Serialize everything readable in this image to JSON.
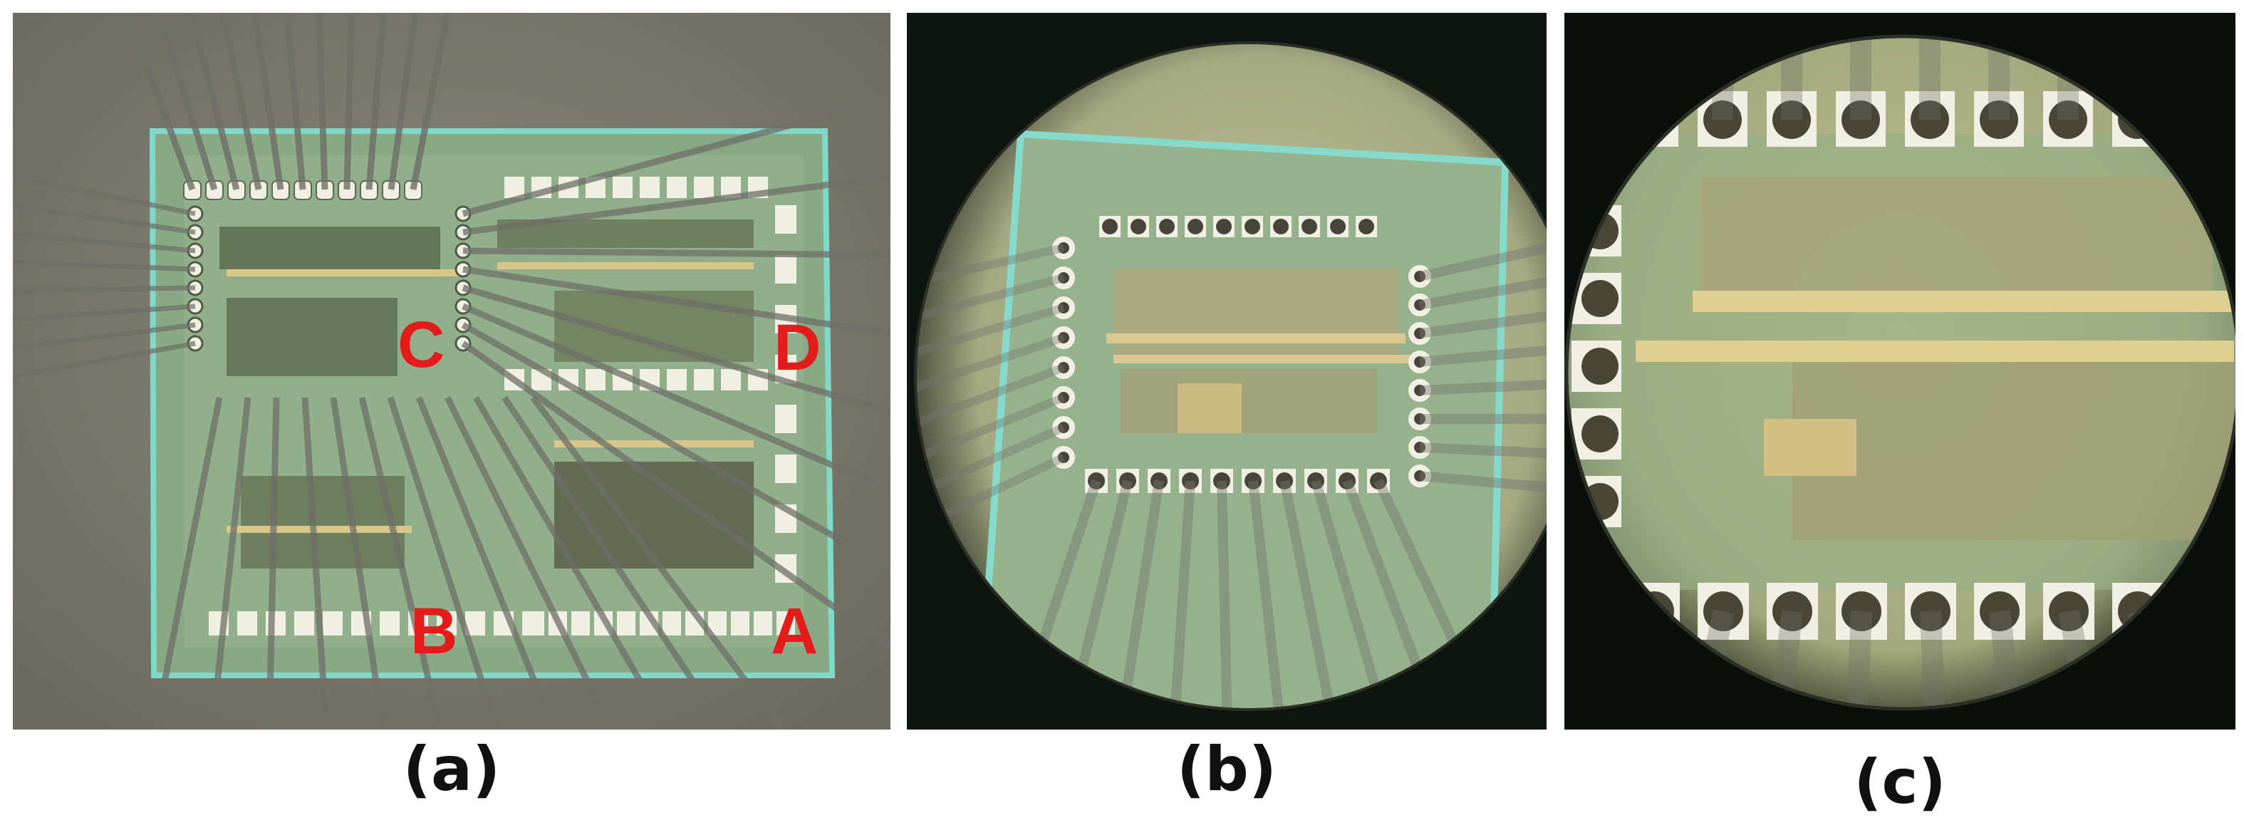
{
  "panels": [
    {
      "id": "a",
      "caption": "(a)",
      "labels": [
        "C",
        "D",
        "B",
        "A"
      ]
    },
    {
      "id": "b",
      "caption": "(b)"
    },
    {
      "id": "c",
      "caption": "(c)"
    }
  ],
  "colors": {
    "label_red": "#e31b1b",
    "substrate": "#77766a",
    "die_green": "#8fb08a",
    "die_edge": "#7fd8c8",
    "pad_white": "#f1efe3",
    "wire_gray": "#6e6f68",
    "scope_field": "#b9b98a"
  }
}
